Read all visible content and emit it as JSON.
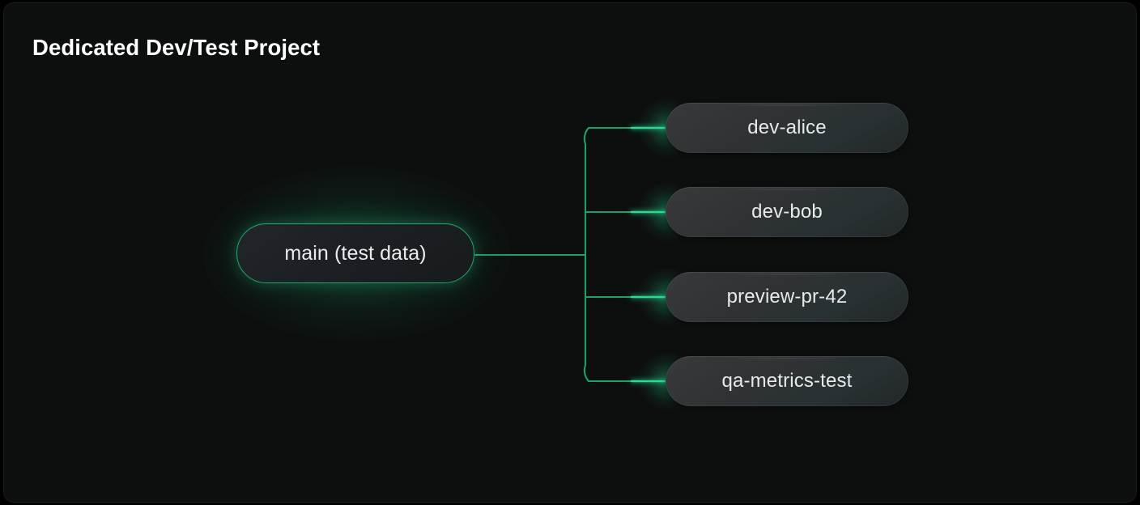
{
  "page": {
    "background_color": "#000000",
    "card_color": "#0d0f0f",
    "accent_color": "#22a469",
    "glow_color": "#28e196",
    "title": "Dedicated Dev/Test Project"
  },
  "diagram": {
    "type": "tree",
    "orientation": "left-to-right",
    "root": {
      "label": "main (test data)",
      "border_color": "#22a469",
      "text_color": "#e9ebec",
      "fill_color": "#1c2024"
    },
    "children": [
      {
        "label": "dev-alice",
        "fill_color": "#303234",
        "text_color": "#e7e9ea"
      },
      {
        "label": "dev-bob",
        "fill_color": "#303234",
        "text_color": "#e7e9ea"
      },
      {
        "label": "preview-pr-42",
        "fill_color": "#303234",
        "text_color": "#e7e9ea"
      },
      {
        "label": "qa-metrics-test",
        "fill_color": "#303234",
        "text_color": "#e7e9ea"
      }
    ],
    "connector_color": "#1f9e66"
  }
}
